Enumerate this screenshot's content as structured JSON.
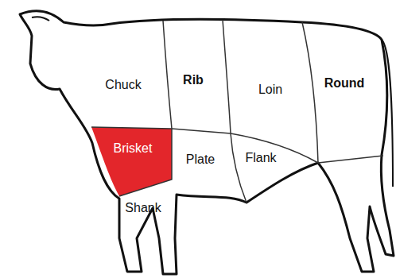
{
  "diagram": {
    "labels": [
      "Chuck",
      "Rib",
      "Loin",
      "Round",
      "Brisket",
      "Plate",
      "Flank",
      "Shank"
    ]
  }
}
